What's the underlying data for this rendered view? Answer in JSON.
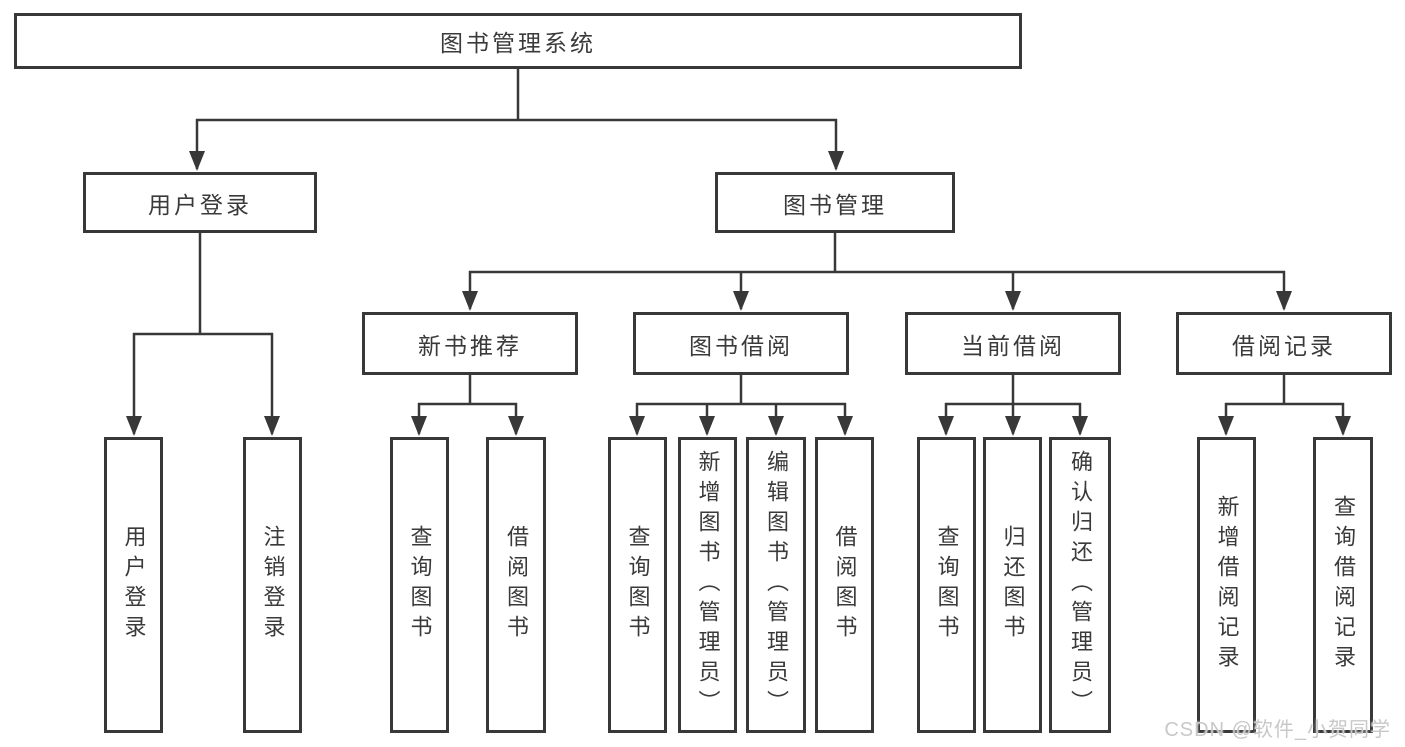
{
  "diagram": {
    "root": {
      "label": "图书管理系统"
    },
    "level2": [
      {
        "label": "用户登录"
      },
      {
        "label": "图书管理"
      }
    ],
    "level3": [
      {
        "label": "新书推荐",
        "parent": "图书管理"
      },
      {
        "label": "图书借阅",
        "parent": "图书管理"
      },
      {
        "label": "当前借阅",
        "parent": "图书管理"
      },
      {
        "label": "借阅记录",
        "parent": "图书管理"
      }
    ],
    "leaves": [
      {
        "label": "用户登录",
        "parent": "用户登录"
      },
      {
        "label": "注销登录",
        "parent": "用户登录"
      },
      {
        "label": "查询图书",
        "parent": "新书推荐"
      },
      {
        "label": "借阅图书",
        "parent": "新书推荐"
      },
      {
        "label": "查询图书",
        "parent": "图书借阅"
      },
      {
        "label": "新增图书（管理员）",
        "parent": "图书借阅"
      },
      {
        "label": "编辑图书（管理员）",
        "parent": "图书借阅"
      },
      {
        "label": "借阅图书",
        "parent": "图书借阅"
      },
      {
        "label": "查询图书",
        "parent": "当前借阅"
      },
      {
        "label": "归还图书",
        "parent": "当前借阅"
      },
      {
        "label": "确认归还（管理员）",
        "parent": "当前借阅"
      },
      {
        "label": "新增借阅记录",
        "parent": "借阅记录"
      },
      {
        "label": "查询借阅记录",
        "parent": "借阅记录"
      }
    ],
    "watermark": "CSDN @软件_小贺同学",
    "colors": {
      "line": "#383838",
      "box_border": "#383838",
      "text": "#3a3a3a",
      "watermark": "#c8c8c8",
      "background": "#ffffff"
    }
  }
}
